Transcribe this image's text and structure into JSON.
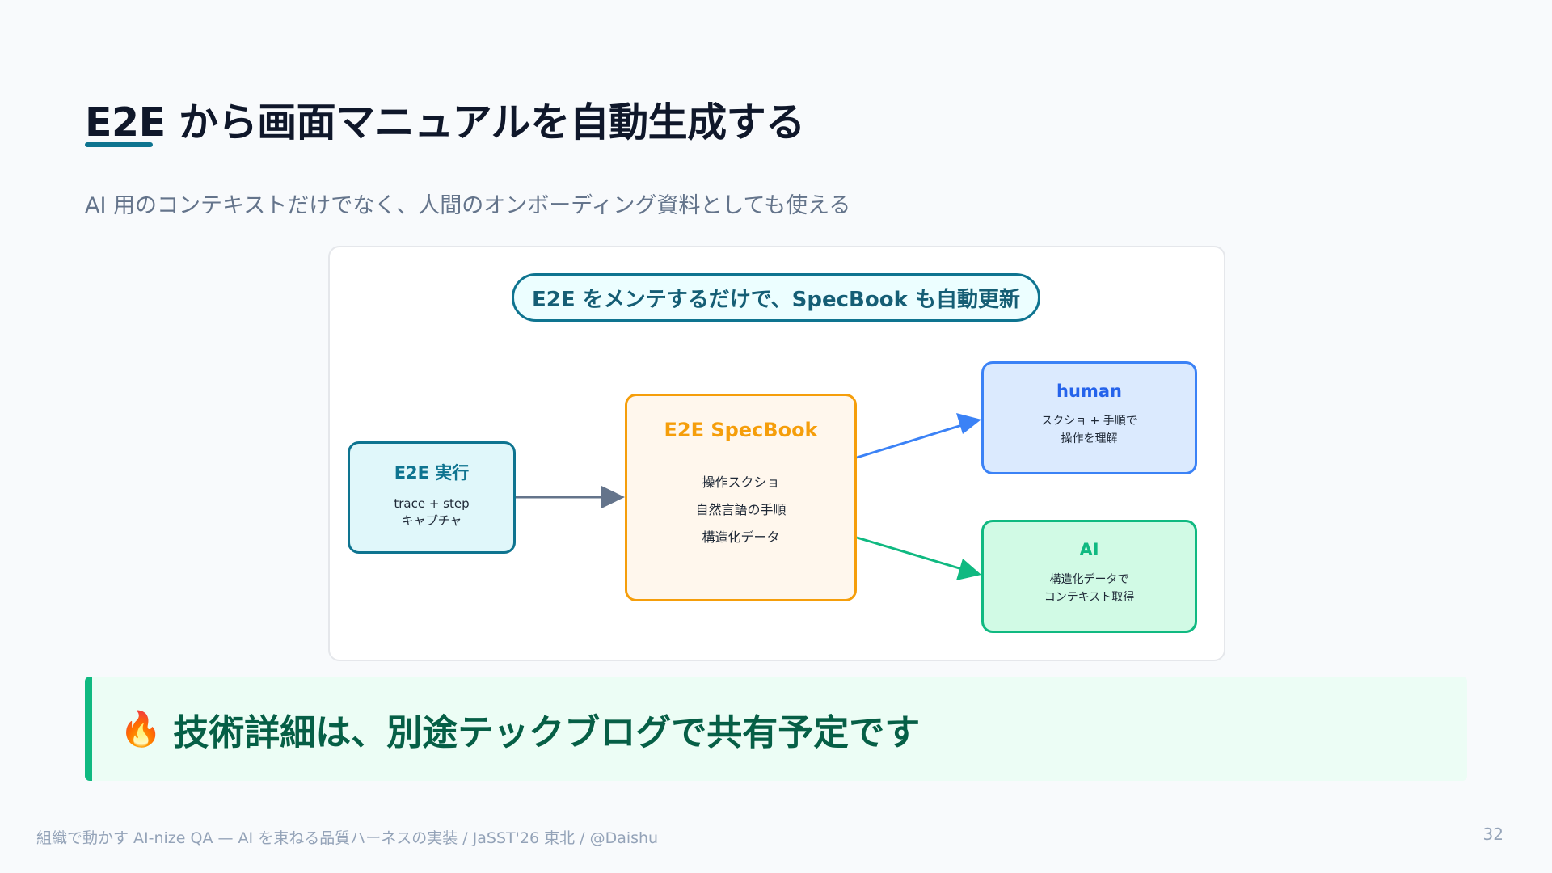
{
  "title": "E2E から画面マニュアルを自動生成する",
  "subtitle": "AI 用のコンテキストだけでなく、人間のオンボーディング資料としても使える",
  "diagram": {
    "banner": "E2E をメンテするだけで、SpecBook も自動更新",
    "e2e_box": {
      "title": "E2E 実行",
      "lines": [
        "trace + step",
        "キャプチャ"
      ]
    },
    "specbook_box": {
      "title": "E2E SpecBook",
      "lines": [
        "操作スクショ",
        "自然言語の手順",
        "構造化データ"
      ]
    },
    "human_box": {
      "title": "human",
      "lines": [
        "スクショ + 手順で",
        "操作を理解"
      ]
    },
    "ai_box": {
      "title": "AI",
      "lines": [
        "構造化データで",
        "コンテキスト取得"
      ]
    },
    "colors": {
      "e2e": "#0e7490",
      "specbook": "#f59e0b",
      "human": "#3b82f6",
      "ai": "#10b981",
      "arrow_gray": "#64748b"
    }
  },
  "callout": {
    "icon": "fire-icon",
    "icon_glyph": "🔥",
    "text": "技術詳細は、別途テックブログで共有予定です"
  },
  "footer": {
    "text": "組織で動かす AI-nize QA — AI を束ねる品質ハーネスの実装 / JaSST'26 東北 / @Daishu",
    "page_number": "32"
  }
}
